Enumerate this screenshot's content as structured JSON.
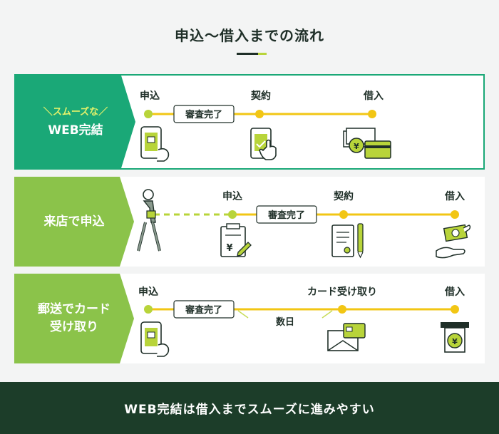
{
  "title": "申込〜借入までの流れ",
  "colors": {
    "accent": "#1aa877",
    "light_green": "#8bc34a",
    "line_yellow": "#f2c614",
    "footer_bg": "#1c3d29"
  },
  "cards": [
    {
      "tagline": "スムーズな",
      "heading": "WEB完結",
      "steps": [
        "申込",
        "契約",
        "借入"
      ],
      "badge": "審査完了",
      "icons": [
        "smartphone-apply-icon",
        "smartphone-tap-icon",
        "money-card-icon"
      ]
    },
    {
      "heading": "来店で申込",
      "steps": [
        "申込",
        "契約",
        "借入"
      ],
      "badge": "審査完了",
      "icons": [
        "walking-person-icon",
        "clipboard-yen-icon",
        "contract-document-icon",
        "hand-money-icon"
      ]
    },
    {
      "heading_line1": "郵送でカード",
      "heading_line2": "受け取り",
      "steps": [
        "申込",
        "カード受け取り",
        "借入"
      ],
      "badge": "審査完了",
      "note": "数日",
      "icons": [
        "smartphone-apply-icon",
        "card-envelope-icon",
        "atm-icon"
      ]
    }
  ],
  "footer": "WEB完結は借入までスムーズに進みやすい"
}
